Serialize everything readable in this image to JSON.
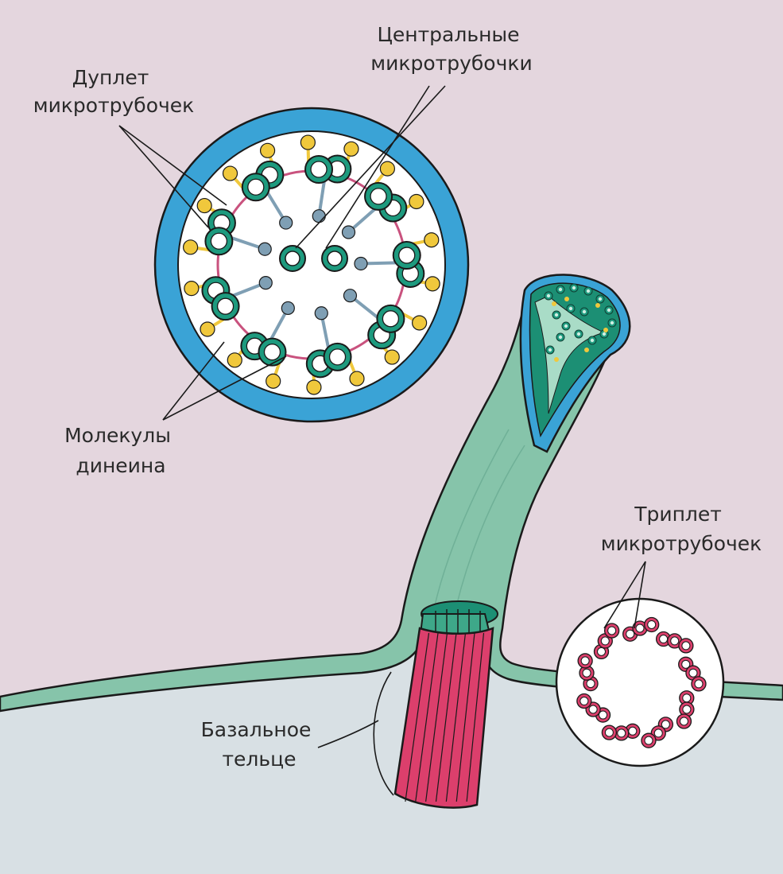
{
  "labels": {
    "doublet_line1": "Дуплет",
    "doublet_line2": "микротрубочек",
    "central_line1": "Центральные",
    "central_line2": "микротрубочки",
    "dynein_line1": "Молекулы",
    "dynein_line2": "динеина",
    "triplet_line1": "Триплет",
    "triplet_line2": "микротрубочек",
    "basal_line1": "Базальное",
    "basal_line2": "тельце"
  },
  "structure": {
    "outer_doublet_count": 9,
    "central_tubule_count": 2,
    "triplet_count": 9
  },
  "colors": {
    "background": "#e4d6de",
    "cytoplasm": "#d8e0e4",
    "membrane": "#86c4aa",
    "axoneme_ring": "#3aa3d6",
    "microtubule": "#1d9a7e",
    "dynein_arm": "#f0c83c",
    "radial_spoke": "#7f9fb4",
    "nexin_link": "#c9527e",
    "basal_body": "#dc3f6c",
    "outline": "#1a1a1a"
  }
}
